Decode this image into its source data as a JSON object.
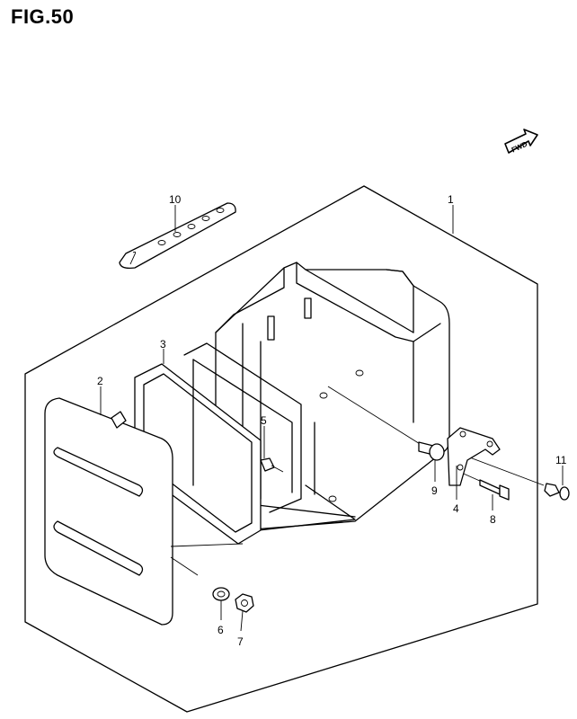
{
  "figure": {
    "title": "FIG.50"
  },
  "fwd_marker": {
    "text": "FWD",
    "icon": "forward-arrow-icon"
  },
  "callouts": [
    {
      "id": "1",
      "text": "1"
    },
    {
      "id": "2",
      "text": "2"
    },
    {
      "id": "3",
      "text": "3"
    },
    {
      "id": "4",
      "text": "4"
    },
    {
      "id": "5",
      "text": "5"
    },
    {
      "id": "6",
      "text": "6"
    },
    {
      "id": "7",
      "text": "7"
    },
    {
      "id": "8",
      "text": "8"
    },
    {
      "id": "9",
      "text": "9"
    },
    {
      "id": "10",
      "text": "10"
    },
    {
      "id": "11",
      "text": "11"
    }
  ]
}
